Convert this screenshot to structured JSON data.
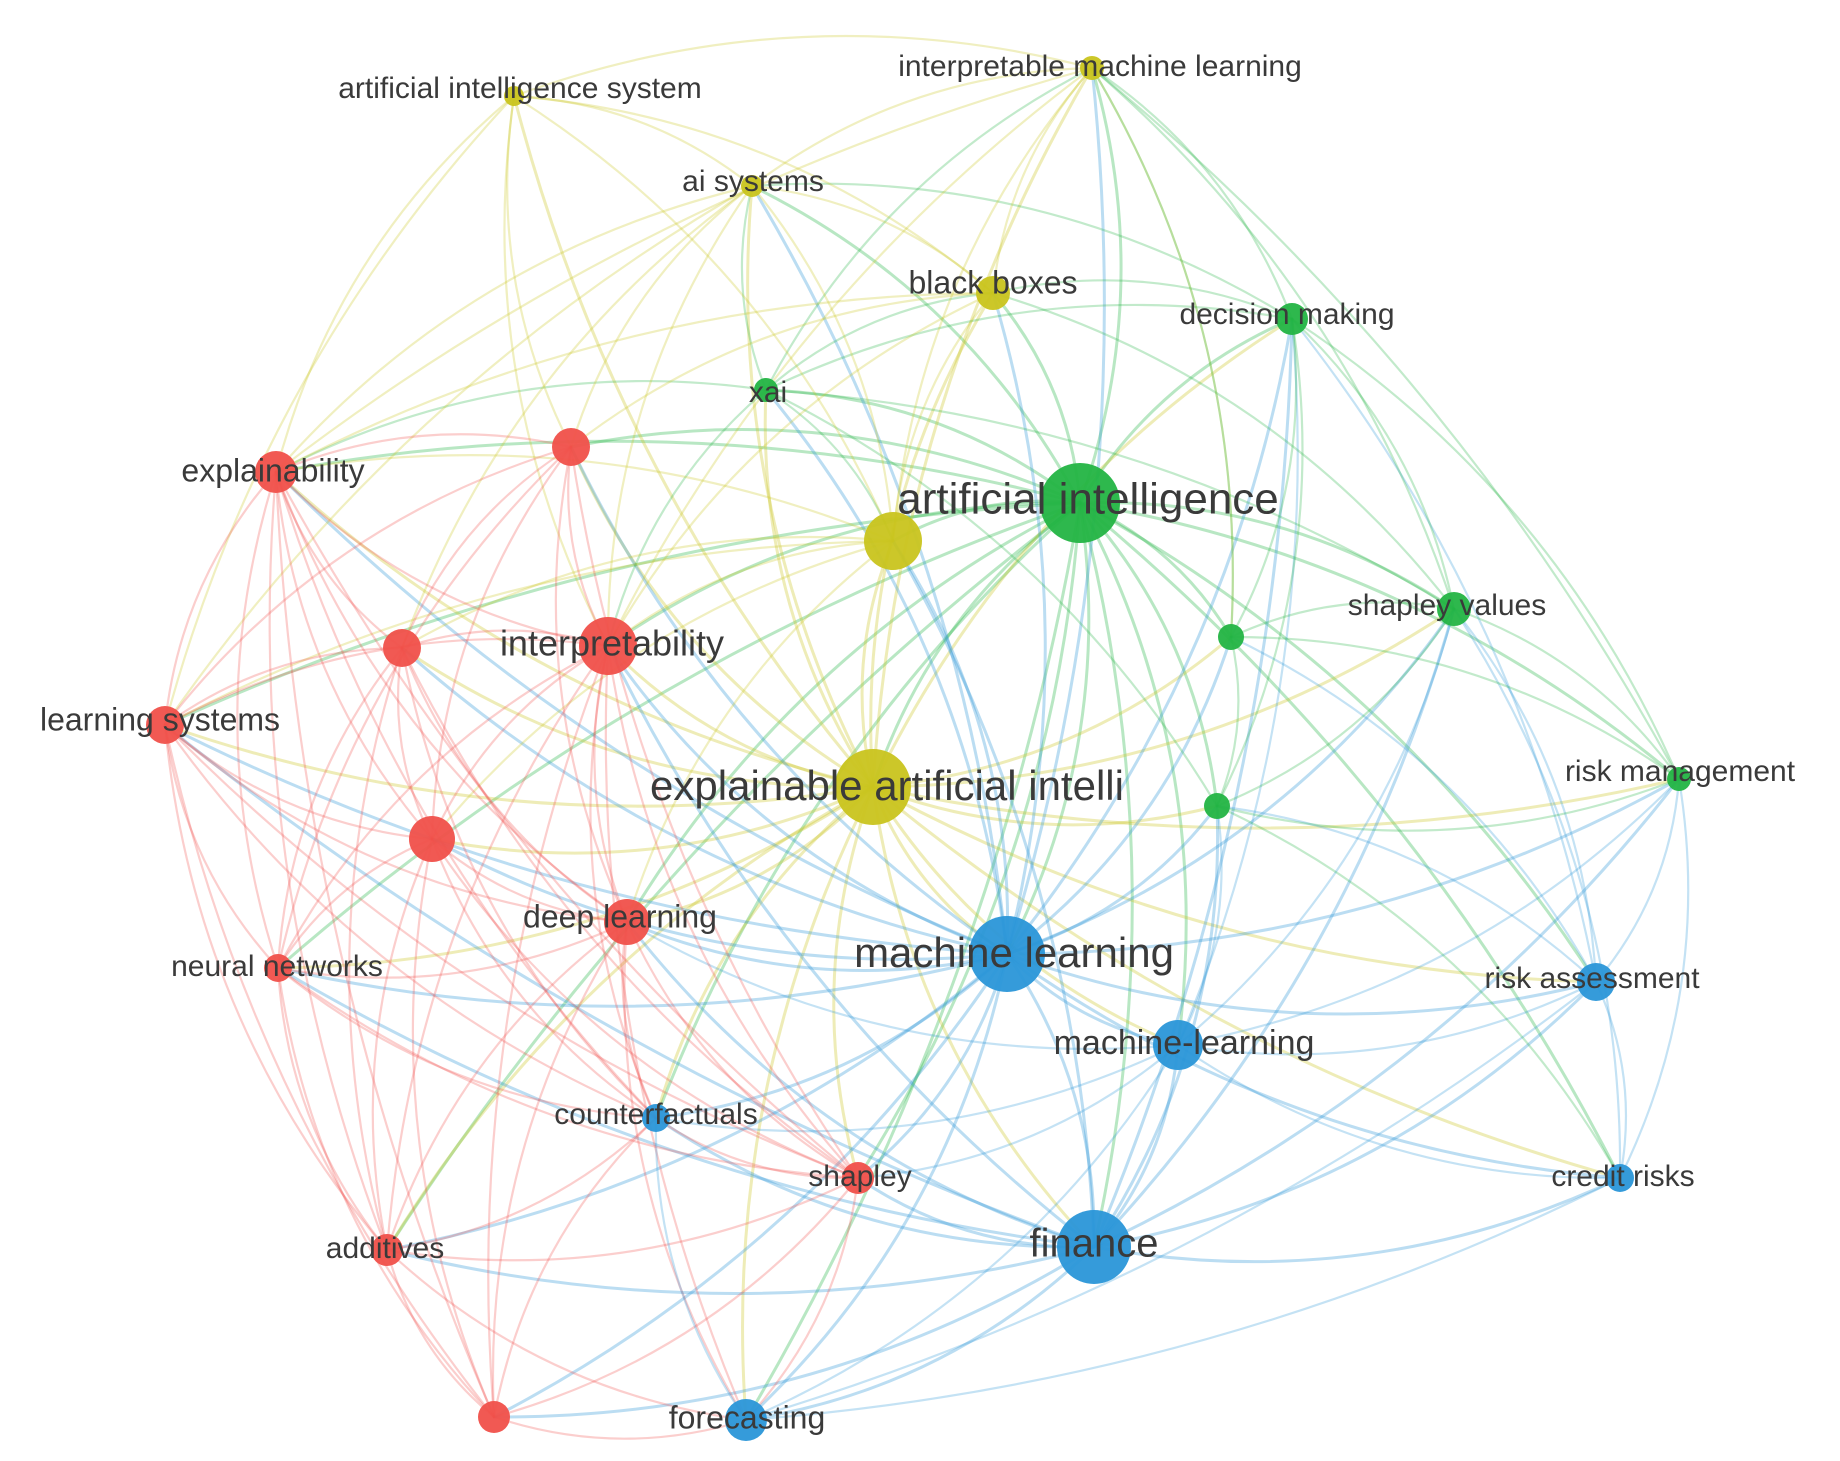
{
  "diagram_type": "keyword co-occurrence network",
  "clusters": {
    "red": "#f0504a",
    "yellow": "#c9c41e",
    "green": "#23b443",
    "blue": "#2a96d8"
  },
  "nodes": [
    {
      "id": "ais",
      "label": "artificial intelligence system",
      "cluster": "yellow"
    },
    {
      "id": "iml",
      "label": "interpretable machine learning",
      "cluster": "yellow"
    },
    {
      "id": "aisys",
      "label": "ai systems",
      "cluster": "yellow"
    },
    {
      "id": "bb",
      "label": "black boxes",
      "cluster": "yellow"
    },
    {
      "id": "xai_y",
      "label": "",
      "cluster": "yellow"
    },
    {
      "id": "xai_full",
      "label": "explainable artificial intelli",
      "cluster": "yellow"
    },
    {
      "id": "dm",
      "label": "decision making",
      "cluster": "green"
    },
    {
      "id": "xai",
      "label": "xai",
      "cluster": "green"
    },
    {
      "id": "ai",
      "label": "artificial intelligence",
      "cluster": "green"
    },
    {
      "id": "sv",
      "label": "shapley values",
      "cluster": "green"
    },
    {
      "id": "g1",
      "label": "",
      "cluster": "green"
    },
    {
      "id": "g2",
      "label": "",
      "cluster": "green"
    },
    {
      "id": "rm",
      "label": "risk management",
      "cluster": "green"
    },
    {
      "id": "expl",
      "label": "explainability",
      "cluster": "red"
    },
    {
      "id": "r1",
      "label": "",
      "cluster": "red"
    },
    {
      "id": "interp",
      "label": "interpretability",
      "cluster": "red"
    },
    {
      "id": "r2",
      "label": "",
      "cluster": "red"
    },
    {
      "id": "ls",
      "label": "learning systems",
      "cluster": "red"
    },
    {
      "id": "r3",
      "label": "",
      "cluster": "red"
    },
    {
      "id": "dl",
      "label": "deep learning",
      "cluster": "red"
    },
    {
      "id": "nn",
      "label": "neural networks",
      "cluster": "red"
    },
    {
      "id": "shap",
      "label": "shapley",
      "cluster": "red"
    },
    {
      "id": "add",
      "label": "additives",
      "cluster": "red"
    },
    {
      "id": "r4",
      "label": "",
      "cluster": "red"
    },
    {
      "id": "ml",
      "label": "machine learning",
      "cluster": "blue"
    },
    {
      "id": "mlh",
      "label": "machine-learning",
      "cluster": "blue"
    },
    {
      "id": "ra",
      "label": "risk assessment",
      "cluster": "blue"
    },
    {
      "id": "cf",
      "label": "counterfactuals",
      "cluster": "blue"
    },
    {
      "id": "cr",
      "label": "credit risks",
      "cluster": "blue"
    },
    {
      "id": "fin",
      "label": "finance",
      "cluster": "blue"
    },
    {
      "id": "fc",
      "label": "forecasting",
      "cluster": "blue"
    }
  ],
  "edges": [
    [
      "ai",
      "xai_full"
    ],
    [
      "ai",
      "ml"
    ],
    [
      "ai",
      "fin"
    ],
    [
      "ai",
      "xai_y"
    ],
    [
      "ai",
      "bb"
    ],
    [
      "ai",
      "dm"
    ],
    [
      "ai",
      "sv"
    ],
    [
      "ai",
      "rm"
    ],
    [
      "ai",
      "ra"
    ],
    [
      "ai",
      "mlh"
    ],
    [
      "ai",
      "interp"
    ],
    [
      "ai",
      "expl"
    ],
    [
      "ai",
      "dl"
    ],
    [
      "ai",
      "xai"
    ],
    [
      "ai",
      "iml"
    ],
    [
      "ai",
      "aisys"
    ],
    [
      "ai",
      "g1"
    ],
    [
      "ai",
      "g2"
    ],
    [
      "ai",
      "ls"
    ],
    [
      "ai",
      "cr"
    ],
    [
      "ai",
      "nn"
    ],
    [
      "ai",
      "r1"
    ],
    [
      "ai",
      "fc"
    ],
    [
      "ai",
      "cf"
    ],
    [
      "ai",
      "shap"
    ],
    [
      "ai",
      "add"
    ],
    [
      "xai_full",
      "ml"
    ],
    [
      "xai_full",
      "fin"
    ],
    [
      "xai_full",
      "interp"
    ],
    [
      "xai_full",
      "expl"
    ],
    [
      "xai_full",
      "dl"
    ],
    [
      "xai_full",
      "bb"
    ],
    [
      "xai_full",
      "aisys"
    ],
    [
      "xai_full",
      "ais"
    ],
    [
      "xai_full",
      "iml"
    ],
    [
      "xai_full",
      "xai"
    ],
    [
      "xai_full",
      "dm"
    ],
    [
      "xai_full",
      "sv"
    ],
    [
      "xai_full",
      "rm"
    ],
    [
      "xai_full",
      "ra"
    ],
    [
      "xai_full",
      "mlh"
    ],
    [
      "xai_full",
      "cf"
    ],
    [
      "xai_full",
      "shap"
    ],
    [
      "xai_full",
      "ls"
    ],
    [
      "xai_full",
      "nn"
    ],
    [
      "xai_full",
      "r1"
    ],
    [
      "xai_full",
      "r2"
    ],
    [
      "xai_full",
      "r3"
    ],
    [
      "xai_full",
      "add"
    ],
    [
      "xai_full",
      "fc"
    ],
    [
      "xai_full",
      "cr"
    ],
    [
      "xai_full",
      "g1"
    ],
    [
      "xai_full",
      "g2"
    ],
    [
      "xai_full",
      "xai_y"
    ],
    [
      "ml",
      "fin"
    ],
    [
      "ml",
      "mlh"
    ],
    [
      "ml",
      "ra"
    ],
    [
      "ml",
      "cr"
    ],
    [
      "ml",
      "fc"
    ],
    [
      "ml",
      "cf"
    ],
    [
      "ml",
      "shap"
    ],
    [
      "ml",
      "dl"
    ],
    [
      "ml",
      "interp"
    ],
    [
      "ml",
      "expl"
    ],
    [
      "ml",
      "sv"
    ],
    [
      "ml",
      "rm"
    ],
    [
      "ml",
      "dm"
    ],
    [
      "ml",
      "bb"
    ],
    [
      "ml",
      "xai"
    ],
    [
      "ml",
      "g1"
    ],
    [
      "ml",
      "g2"
    ],
    [
      "ml",
      "ls"
    ],
    [
      "ml",
      "nn"
    ],
    [
      "ml",
      "r1"
    ],
    [
      "ml",
      "r2"
    ],
    [
      "ml",
      "r3"
    ],
    [
      "ml",
      "add"
    ],
    [
      "ml",
      "r4"
    ],
    [
      "ml",
      "xai_y"
    ],
    [
      "ml",
      "aisys"
    ],
    [
      "ml",
      "iml"
    ],
    [
      "fin",
      "mlh"
    ],
    [
      "fin",
      "ra"
    ],
    [
      "fin",
      "cr"
    ],
    [
      "fin",
      "fc"
    ],
    [
      "fin",
      "cf"
    ],
    [
      "fin",
      "shap"
    ],
    [
      "fin",
      "dl"
    ],
    [
      "fin",
      "rm"
    ],
    [
      "fin",
      "sv"
    ],
    [
      "fin",
      "interp"
    ],
    [
      "fin",
      "add"
    ],
    [
      "fin",
      "r4"
    ],
    [
      "fin",
      "g2"
    ],
    [
      "fin",
      "dm"
    ],
    [
      "fin",
      "xai_y"
    ],
    [
      "fin",
      "nn"
    ],
    [
      "fin",
      "ls"
    ],
    [
      "mlh",
      "ra"
    ],
    [
      "mlh",
      "cr"
    ],
    [
      "mlh",
      "fc"
    ],
    [
      "mlh",
      "rm"
    ],
    [
      "mlh",
      "sv"
    ],
    [
      "mlh",
      "g2"
    ],
    [
      "mlh",
      "dl"
    ],
    [
      "mlh",
      "cf"
    ],
    [
      "mlh",
      "dm"
    ],
    [
      "mlh",
      "shap"
    ],
    [
      "ra",
      "cr"
    ],
    [
      "ra",
      "rm"
    ],
    [
      "ra",
      "sv"
    ],
    [
      "ra",
      "g1"
    ],
    [
      "ra",
      "g2"
    ],
    [
      "ra",
      "fc"
    ],
    [
      "ra",
      "dm"
    ],
    [
      "cr",
      "rm"
    ],
    [
      "cr",
      "fc"
    ],
    [
      "cr",
      "sv"
    ],
    [
      "rm",
      "sv"
    ],
    [
      "rm",
      "dm"
    ],
    [
      "rm",
      "g1"
    ],
    [
      "rm",
      "g2"
    ],
    [
      "rm",
      "iml"
    ],
    [
      "sv",
      "dm"
    ],
    [
      "sv",
      "g1"
    ],
    [
      "sv",
      "g2"
    ],
    [
      "sv",
      "iml"
    ],
    [
      "sv",
      "bb"
    ],
    [
      "sv",
      "xai"
    ],
    [
      "dm",
      "iml"
    ],
    [
      "dm",
      "bb"
    ],
    [
      "dm",
      "xai"
    ],
    [
      "dm",
      "g1"
    ],
    [
      "dm",
      "g2"
    ],
    [
      "dm",
      "aisys"
    ],
    [
      "xai",
      "bb"
    ],
    [
      "xai",
      "aisys"
    ],
    [
      "xai",
      "iml"
    ],
    [
      "xai",
      "xai_y"
    ],
    [
      "xai",
      "g2"
    ],
    [
      "xai",
      "interp"
    ],
    [
      "xai",
      "expl"
    ],
    [
      "bb",
      "aisys"
    ],
    [
      "bb",
      "iml"
    ],
    [
      "bb",
      "xai_y"
    ],
    [
      "bb",
      "ais"
    ],
    [
      "bb",
      "interp"
    ],
    [
      "bb",
      "expl"
    ],
    [
      "bb",
      "r1"
    ],
    [
      "iml",
      "aisys"
    ],
    [
      "iml",
      "xai_y"
    ],
    [
      "iml",
      "ais"
    ],
    [
      "iml",
      "interp"
    ],
    [
      "iml",
      "expl"
    ],
    [
      "iml",
      "g1"
    ],
    [
      "aisys",
      "ais"
    ],
    [
      "aisys",
      "xai_y"
    ],
    [
      "aisys",
      "interp"
    ],
    [
      "aisys",
      "expl"
    ],
    [
      "aisys",
      "r1"
    ],
    [
      "aisys",
      "r2"
    ],
    [
      "aisys",
      "ls"
    ],
    [
      "ais",
      "expl"
    ],
    [
      "ais",
      "ls"
    ],
    [
      "ais",
      "interp"
    ],
    [
      "ais",
      "xai_y"
    ],
    [
      "ais",
      "r1"
    ],
    [
      "xai_y",
      "interp"
    ],
    [
      "xai_y",
      "expl"
    ],
    [
      "xai_y",
      "dl"
    ],
    [
      "xai_y",
      "ls"
    ],
    [
      "xai_y",
      "r2"
    ],
    [
      "xai_y",
      "r3"
    ],
    [
      "expl",
      "interp"
    ],
    [
      "expl",
      "ls"
    ],
    [
      "expl",
      "r1"
    ],
    [
      "expl",
      "r2"
    ],
    [
      "expl",
      "r3"
    ],
    [
      "expl",
      "dl"
    ],
    [
      "expl",
      "nn"
    ],
    [
      "expl",
      "add"
    ],
    [
      "expl",
      "shap"
    ],
    [
      "expl",
      "cf"
    ],
    [
      "expl",
      "r4"
    ],
    [
      "r1",
      "interp"
    ],
    [
      "r1",
      "r2"
    ],
    [
      "r1",
      "r3"
    ],
    [
      "r1",
      "dl"
    ],
    [
      "r1",
      "ls"
    ],
    [
      "r1",
      "nn"
    ],
    [
      "r1",
      "shap"
    ],
    [
      "interp",
      "r2"
    ],
    [
      "interp",
      "ls"
    ],
    [
      "interp",
      "r3"
    ],
    [
      "interp",
      "dl"
    ],
    [
      "interp",
      "nn"
    ],
    [
      "interp",
      "add"
    ],
    [
      "interp",
      "shap"
    ],
    [
      "interp",
      "cf"
    ],
    [
      "interp",
      "fc"
    ],
    [
      "interp",
      "r4"
    ],
    [
      "r2",
      "ls"
    ],
    [
      "r2",
      "r3"
    ],
    [
      "r2",
      "dl"
    ],
    [
      "r2",
      "nn"
    ],
    [
      "r2",
      "add"
    ],
    [
      "r2",
      "shap"
    ],
    [
      "r2",
      "cf"
    ],
    [
      "ls",
      "r3"
    ],
    [
      "ls",
      "dl"
    ],
    [
      "ls",
      "nn"
    ],
    [
      "ls",
      "add"
    ],
    [
      "ls",
      "r4"
    ],
    [
      "ls",
      "cf"
    ],
    [
      "ls",
      "shap"
    ],
    [
      "r3",
      "dl"
    ],
    [
      "r3",
      "nn"
    ],
    [
      "r3",
      "add"
    ],
    [
      "r3",
      "shap"
    ],
    [
      "r3",
      "cf"
    ],
    [
      "r3",
      "r4"
    ],
    [
      "dl",
      "nn"
    ],
    [
      "dl",
      "add"
    ],
    [
      "dl",
      "shap"
    ],
    [
      "dl",
      "cf"
    ],
    [
      "dl",
      "r4"
    ],
    [
      "dl",
      "fc"
    ],
    [
      "nn",
      "add"
    ],
    [
      "nn",
      "r4"
    ],
    [
      "nn",
      "cf"
    ],
    [
      "nn",
      "shap"
    ],
    [
      "add",
      "r4"
    ],
    [
      "add",
      "cf"
    ],
    [
      "add",
      "shap"
    ],
    [
      "add",
      "fc"
    ],
    [
      "r4",
      "fc"
    ],
    [
      "r4",
      "cf"
    ],
    [
      "r4",
      "shap"
    ],
    [
      "shap",
      "cf"
    ],
    [
      "shap",
      "fc"
    ],
    [
      "cf",
      "fc"
    ],
    [
      "g1",
      "g2"
    ],
    [
      "g1",
      "iml"
    ],
    [
      "g2",
      "cr"
    ]
  ]
}
